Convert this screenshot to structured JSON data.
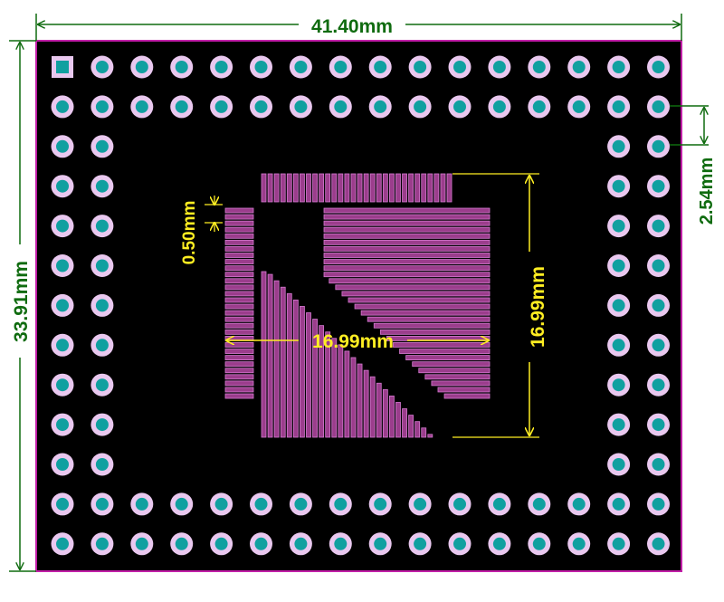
{
  "board": {
    "board_color": "#000000",
    "outline_color": "#c21fa8",
    "pad_ring_color": "#e9c8ef",
    "pad_center_color": "#10a0a0",
    "smd_pad_color": "#9b3d8c",
    "smd_pad_outline_color": "#d47ad0",
    "pin1_marker": "square-pad-icon"
  },
  "dimensions": {
    "board_width": "41.40mm",
    "board_height": "33.91mm",
    "pin_pitch": "2.54mm",
    "smd_pitch": "0.50mm",
    "footprint_width": "16.99mm",
    "footprint_height": "16.99mm",
    "board_dim_color": "#0f6b0f",
    "footprint_dim_color": "#ffee22"
  }
}
